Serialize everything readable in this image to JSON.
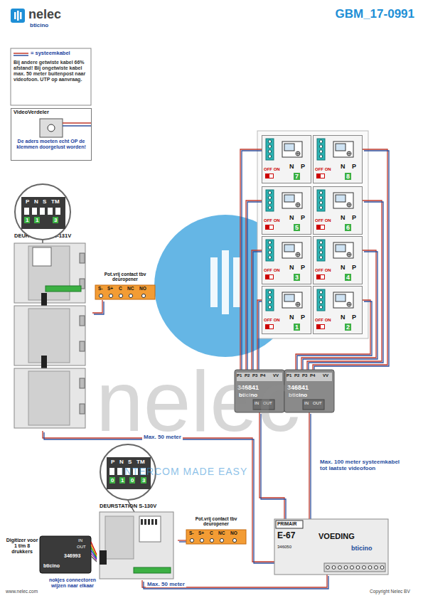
{
  "diagram": {
    "title": "GBM_17-0991",
    "nodes": [
      {
        "text": [
          "VideoVerdeler",
          "De aders moeten echt OP de klemmen doorgelust worden!"
        ]
      },
      {
        "text": [
          "DEURSTATION S-131V"
        ]
      },
      {
        "text": [
          "Pot.vrij contact tbv deuropener",
          "S-",
          "S+",
          "C",
          "NC",
          "NO"
        ]
      },
      {
        "text": [
          "P",
          "N",
          "S",
          "TM",
          "1",
          "1",
          "3"
        ]
      },
      {
        "text": [
          "7",
          "OFF ON",
          "N",
          "P"
        ]
      },
      {
        "text": [
          "8",
          "OFF ON",
          "N",
          "P"
        ]
      },
      {
        "text": [
          "5",
          "OFF ON",
          "N",
          "P"
        ]
      },
      {
        "text": [
          "6",
          "OFF ON",
          "N",
          "P"
        ]
      },
      {
        "text": [
          "3",
          "OFF ON",
          "N",
          "P"
        ]
      },
      {
        "text": [
          "4",
          "OFF ON",
          "N",
          "P"
        ]
      },
      {
        "text": [
          "1",
          "OFF ON",
          "N",
          "P"
        ]
      },
      {
        "text": [
          "2",
          "OFF ON",
          "N",
          "P"
        ]
      },
      {
        "text": [
          "346841",
          "bticino",
          "P1",
          "P2",
          "P3",
          "P4",
          "VV",
          "IN",
          "OUT"
        ]
      },
      {
        "text": [
          "346841",
          "bticino",
          "P1",
          "P2",
          "P3",
          "P4",
          "VV",
          "IN",
          "OUT"
        ]
      },
      {
        "text": [
          "P",
          "N",
          "S",
          "TM",
          "0",
          "1",
          "0",
          "3"
        ]
      },
      {
        "text": [
          "DEURSTATION S-130V"
        ]
      },
      {
        "text": [
          "Pot.vrij contact tbv deuropener",
          "S-",
          "S+",
          "C",
          "NC",
          "NO"
        ]
      },
      {
        "text": [
          "Digitizer voor 1 t/m 8 drukkers",
          "346993",
          "bticino",
          "IN",
          "OUT"
        ]
      },
      {
        "text": [
          "PRIMAIR",
          "E-67",
          "VOEDING",
          "346050",
          "bticino"
        ]
      }
    ],
    "edges": [
      {
        "from": 1,
        "to": 18,
        "arrow": "none",
        "label": "Max. 50 meter"
      },
      {
        "from": 15,
        "to": 18,
        "arrow": "none",
        "label": "Max. 50 meter"
      },
      {
        "from": 18,
        "to": 12,
        "arrow": "none"
      },
      {
        "from": 18,
        "to": 13,
        "arrow": "none",
        "label": "Max. 100 meter systeemkabel tot laatste videofoon"
      },
      {
        "from": 12,
        "to": 4,
        "arrow": "none"
      },
      {
        "from": 12,
        "to": 6,
        "arrow": "none"
      },
      {
        "from": 12,
        "to": 8,
        "arrow": "none"
      },
      {
        "from": 12,
        "to": 10,
        "arrow": "none"
      },
      {
        "from": 13,
        "to": 5,
        "arrow": "none"
      },
      {
        "from": 13,
        "to": 7,
        "arrow": "none"
      },
      {
        "from": 13,
        "to": 9,
        "arrow": "none"
      },
      {
        "from": 13,
        "to": 11,
        "arrow": "none"
      },
      {
        "from": 17,
        "to": 15,
        "arrow": "none"
      },
      {
        "from": 2,
        "to": 1,
        "arrow": "none"
      },
      {
        "from": 16,
        "to": 15,
        "arrow": "none"
      }
    ],
    "labels": [
      "nelec",
      "bticino",
      "Bij andere getwiste kabel 66% afstand! Bij ongetwiste kabel max. 50 meter buitenpost naar videofoon. UTP op aanvraag.",
      "nelec",
      "INTERCOM MADE EASY",
      "nokjes connectoren wijzen naar elkaar",
      "www.nelec.com",
      "Copyright Nelec BV"
    ],
    "legend": [
      {
        "text": "= systeemkabel"
      }
    ]
  }
}
